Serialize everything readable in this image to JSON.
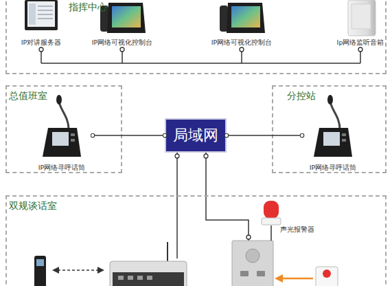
{
  "diagram": {
    "nodes": [
      {
        "text": [
          "指挥中心"
        ]
      },
      {
        "text": [
          "IP对讲服务器"
        ],
        "in": 0
      },
      {
        "text": [
          "IP网络可视化控制台"
        ],
        "in": 0
      },
      {
        "text": [
          "IP网络可视化控制台"
        ],
        "in": 0
      },
      {
        "text": [
          "Ip网络监听音箱"
        ],
        "in": 0
      },
      {
        "text": [
          "总值班室"
        ]
      },
      {
        "text": [
          "IP网络寻呼话筒"
        ],
        "in": 5
      },
      {
        "text": [
          "局域网"
        ]
      },
      {
        "text": [
          "分控站"
        ]
      },
      {
        "text": [
          "IP网络寻呼话筒"
        ],
        "in": 8
      },
      {
        "text": [
          "双规谈话室"
        ]
      },
      {
        "text": [
          "声光报警器"
        ],
        "in": 10
      }
    ],
    "edges": [
      {
        "from": 6,
        "to": 7,
        "arrow": "none"
      },
      {
        "from": 7,
        "to": 9,
        "arrow": "none"
      }
    ]
  }
}
